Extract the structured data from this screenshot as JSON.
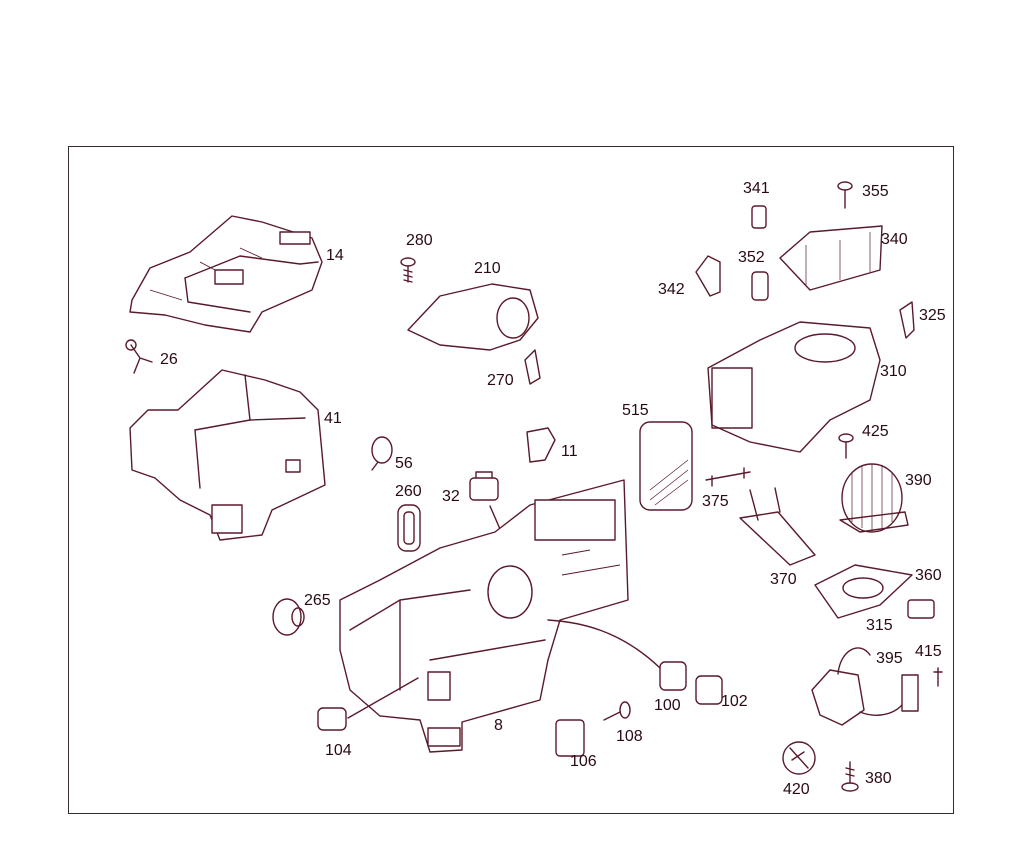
{
  "diagram": {
    "colors": {
      "line": "#5a1a2a",
      "text": "#2a0a14",
      "frame": "#3a2a30"
    },
    "parts": [
      {
        "id": "14",
        "label": "14"
      },
      {
        "id": "26",
        "label": "26"
      },
      {
        "id": "41",
        "label": "41"
      },
      {
        "id": "56",
        "label": "56"
      },
      {
        "id": "280",
        "label": "280"
      },
      {
        "id": "210",
        "label": "210"
      },
      {
        "id": "270",
        "label": "270"
      },
      {
        "id": "11",
        "label": "11"
      },
      {
        "id": "260",
        "label": "260"
      },
      {
        "id": "32",
        "label": "32"
      },
      {
        "id": "265",
        "label": "265"
      },
      {
        "id": "8",
        "label": "8"
      },
      {
        "id": "104",
        "label": "104"
      },
      {
        "id": "106",
        "label": "106"
      },
      {
        "id": "108",
        "label": "108"
      },
      {
        "id": "100",
        "label": "100"
      },
      {
        "id": "102",
        "label": "102"
      },
      {
        "id": "515",
        "label": "515"
      },
      {
        "id": "375",
        "label": "375"
      },
      {
        "id": "370",
        "label": "370"
      },
      {
        "id": "341",
        "label": "341"
      },
      {
        "id": "355",
        "label": "355"
      },
      {
        "id": "340",
        "label": "340"
      },
      {
        "id": "352",
        "label": "352"
      },
      {
        "id": "342",
        "label": "342"
      },
      {
        "id": "325",
        "label": "325"
      },
      {
        "id": "310",
        "label": "310"
      },
      {
        "id": "425",
        "label": "425"
      },
      {
        "id": "390",
        "label": "390"
      },
      {
        "id": "360",
        "label": "360"
      },
      {
        "id": "315",
        "label": "315"
      },
      {
        "id": "395",
        "label": "395"
      },
      {
        "id": "415",
        "label": "415"
      },
      {
        "id": "420",
        "label": "420"
      },
      {
        "id": "380",
        "label": "380"
      }
    ]
  }
}
